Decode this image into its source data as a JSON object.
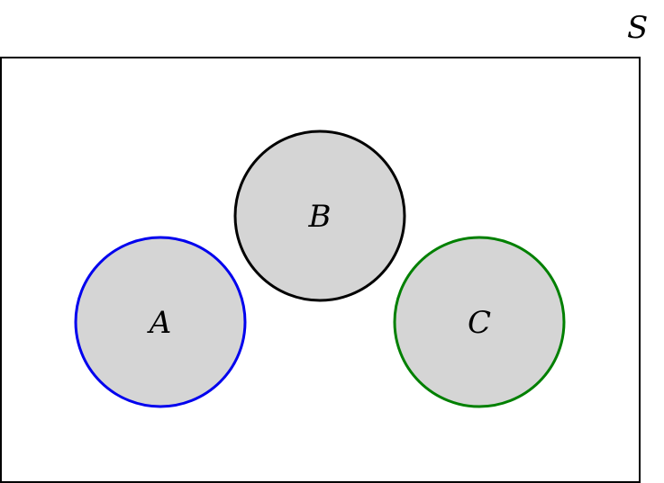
{
  "diagram": {
    "type": "venn",
    "universe": {
      "label": "S",
      "stroke": "#000000"
    },
    "sets": [
      {
        "id": "A",
        "label": "A",
        "stroke": "#0000ee",
        "fill": "#d5d5d5"
      },
      {
        "id": "B",
        "label": "B",
        "stroke": "#000000",
        "fill": "#d5d5d5"
      },
      {
        "id": "C",
        "label": "C",
        "stroke": "#008000",
        "fill": "#d5d5d5"
      }
    ]
  }
}
